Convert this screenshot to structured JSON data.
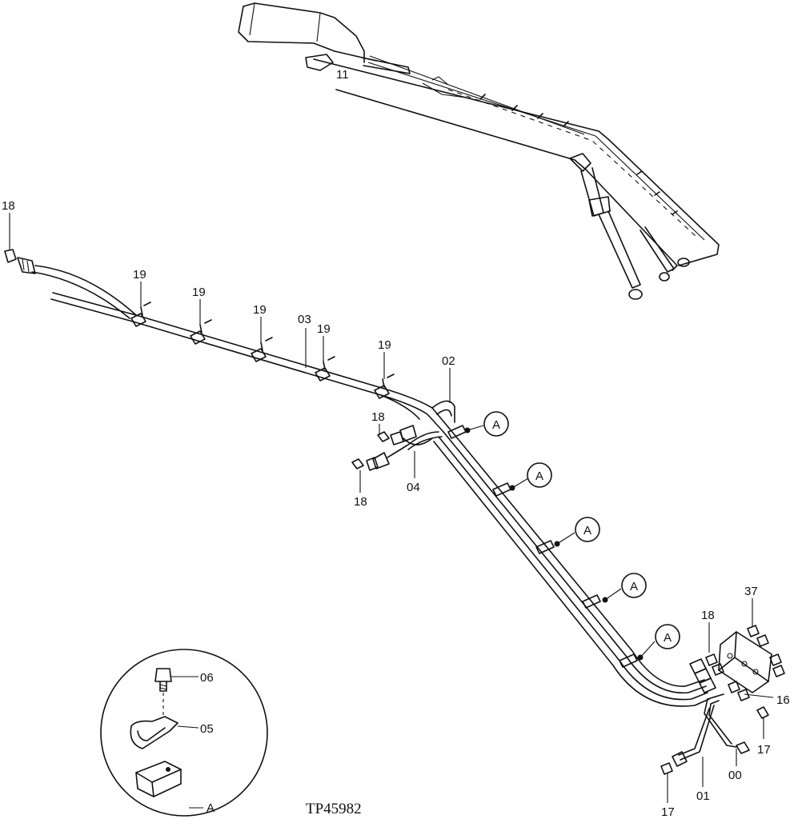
{
  "document_id": "TP45982",
  "callouts": {
    "c18a": "18",
    "c19a": "19",
    "c19b": "19",
    "c19c": "19",
    "c03": "03",
    "c19d": "19",
    "c19e": "19",
    "c02": "02",
    "c11": "11",
    "c18b": "18",
    "c04": "04",
    "c18c": "18",
    "c18d": "18",
    "c37": "37",
    "c16": "16",
    "c17a": "17",
    "c00": "00",
    "c01": "01",
    "c17b": "17",
    "c06": "06",
    "c05": "05",
    "detail_a": "A"
  },
  "clamp_refs": [
    "A",
    "A",
    "A",
    "A",
    "A"
  ]
}
